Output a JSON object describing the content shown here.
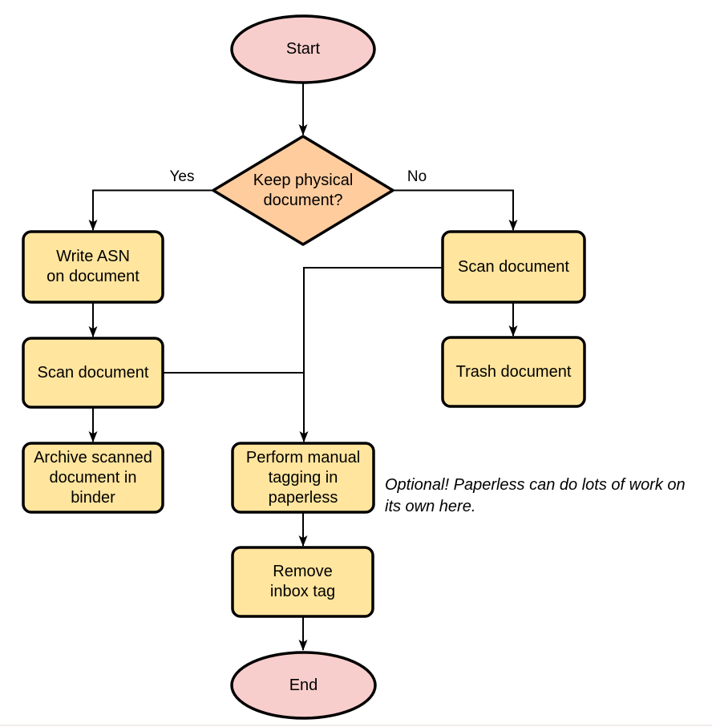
{
  "diagram": {
    "type": "flowchart",
    "nodes": {
      "start": {
        "shape": "ellipse",
        "lines": [
          "Start"
        ]
      },
      "decision": {
        "shape": "diamond",
        "lines": [
          "Keep physical",
          "document?"
        ]
      },
      "write_asn": {
        "shape": "rect",
        "lines": [
          "Write ASN",
          "on document"
        ]
      },
      "scan_left": {
        "shape": "rect",
        "lines": [
          "Scan document"
        ]
      },
      "archive": {
        "shape": "rect",
        "lines": [
          "Archive scanned",
          "document in",
          "binder"
        ]
      },
      "scan_right": {
        "shape": "rect",
        "lines": [
          "Scan document"
        ]
      },
      "trash": {
        "shape": "rect",
        "lines": [
          "Trash document"
        ]
      },
      "tagging": {
        "shape": "rect",
        "lines": [
          "Perform manual",
          "tagging in",
          "paperless"
        ]
      },
      "remove_inbox": {
        "shape": "rect",
        "lines": [
          "Remove",
          "inbox tag"
        ]
      },
      "end": {
        "shape": "ellipse",
        "lines": [
          "End"
        ]
      }
    },
    "edge_labels": {
      "yes": "Yes",
      "no": "No"
    },
    "edges": [
      {
        "from": "Start",
        "to": "Keep physical document?"
      },
      {
        "from": "Keep physical document?",
        "to": "Write ASN on document",
        "label": "Yes"
      },
      {
        "from": "Keep physical document?",
        "to": "Scan document (right)",
        "label": "No"
      },
      {
        "from": "Write ASN on document",
        "to": "Scan document (left)"
      },
      {
        "from": "Scan document (left)",
        "to": "Archive scanned document in binder"
      },
      {
        "from": "Scan document (left)",
        "to": "Perform manual tagging in paperless"
      },
      {
        "from": "Scan document (right)",
        "to": "Trash document"
      },
      {
        "from": "Scan document (right)",
        "to": "Perform manual tagging in paperless"
      },
      {
        "from": "Perform manual tagging in paperless",
        "to": "Remove inbox tag"
      },
      {
        "from": "Remove inbox tag",
        "to": "End"
      }
    ],
    "note": {
      "lines": [
        "Optional! Paperless can do lots of work on",
        "its own here."
      ],
      "text": "Optional! Paperless can do lots of work on its own here."
    },
    "colors": {
      "terminator_fill": "#f8cecc",
      "decision_fill": "#ffcc9e",
      "process_fill": "#ffe59e",
      "stroke": "#000000"
    }
  }
}
